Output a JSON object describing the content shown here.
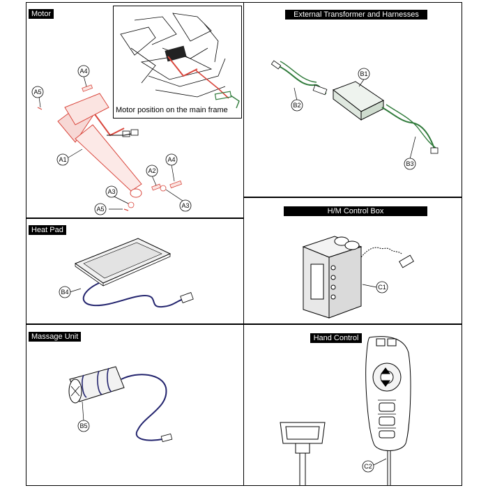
{
  "panels": {
    "motor": {
      "title": "Motor",
      "inset_caption": "Motor position on the main frame",
      "callouts": [
        "A4",
        "A5",
        "A1",
        "A2",
        "A4",
        "A3",
        "A3",
        "A5"
      ]
    },
    "transformer": {
      "title": "External Transformer and Harnesses",
      "callouts": [
        "B1",
        "B2",
        "B3"
      ]
    },
    "heat_pad": {
      "title": "Heat Pad",
      "callouts": [
        "B4"
      ]
    },
    "control_box": {
      "title": "H/M Control Box",
      "callouts": [
        "C1"
      ]
    },
    "massage": {
      "title": "Massage Unit",
      "callouts": [
        "B5"
      ]
    },
    "hand_control": {
      "title": "Hand Control",
      "callouts": [
        "C2"
      ]
    }
  },
  "colors": {
    "motor_red": "#d9463c",
    "harness_green": "#2f7a3a",
    "cable_navy": "#23246e",
    "line": "#000000"
  }
}
